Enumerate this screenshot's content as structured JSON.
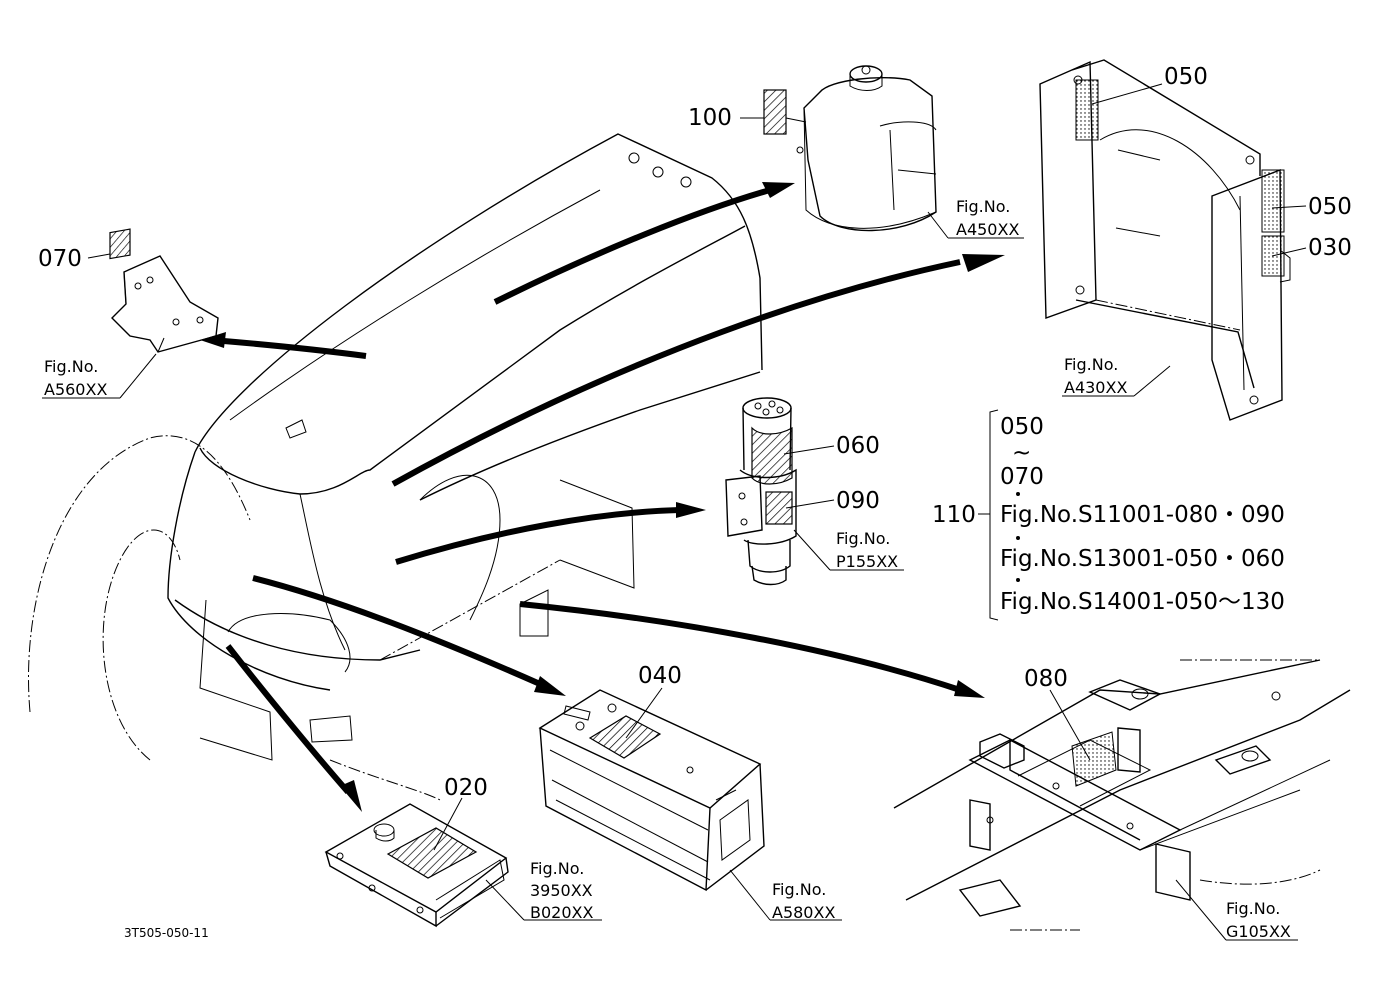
{
  "callouts": {
    "c100": "100",
    "c050a": "050",
    "c050b": "050",
    "c030": "030",
    "c070": "070",
    "c060": "060",
    "c090": "090",
    "c040": "040",
    "c020": "020",
    "c080": "080",
    "c110": "110"
  },
  "figrefs": {
    "a450": {
      "prefix": "Fig.No.",
      "code": "A450XX"
    },
    "a430": {
      "prefix": "Fig.No.",
      "code": "A430XX"
    },
    "a560": {
      "prefix": "Fig.No.",
      "code": "A560XX"
    },
    "p155": {
      "prefix": "Fig.No.",
      "code": "P155XX"
    },
    "a580": {
      "prefix": "Fig.No.",
      "code": "A580XX"
    },
    "b020": {
      "prefix": "Fig.No.",
      "code1": "3950XX",
      "code2": "B020XX"
    },
    "g105": {
      "prefix": "Fig.No.",
      "code": "G105XX"
    }
  },
  "bracket": {
    "line1": "050",
    "tilde": "~",
    "line2": "070",
    "line3": "Fig.No.S11001-080・090",
    "line4": "Fig.No.S13001-050・060",
    "line5": "Fig.No.S14001-050～130"
  },
  "drawing_code": "3T505-050-11"
}
